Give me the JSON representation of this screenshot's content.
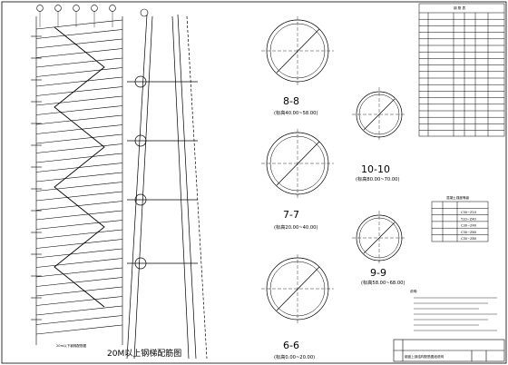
{
  "drawing": {
    "elevation_title": "20M以上钢梯配筋图",
    "ladder_caption": "20m以下钢梯配筋图",
    "sections": [
      {
        "label": "8-8",
        "range": "(标高40.00~58.00)"
      },
      {
        "label": "7-7",
        "range": "(标高20.00~40.00)"
      },
      {
        "label": "6-6",
        "range": "(标高0.00~20.00)"
      },
      {
        "label": "10-10",
        "range": "(标高80.00~70.00)"
      },
      {
        "label": "9-9",
        "range": "(标高58.00~68.00)"
      }
    ],
    "table1_title": "钢 筋 表",
    "table2_title": "混凝土强度等级",
    "table2_rows": [
      "C30~Z10",
      "Y10~Z40",
      "C30~Z40",
      "C30~Z60",
      "C30~Z80"
    ],
    "notes_title": "说明:",
    "title_block_caption": "烟囱上部结构配筋图纸说明"
  }
}
